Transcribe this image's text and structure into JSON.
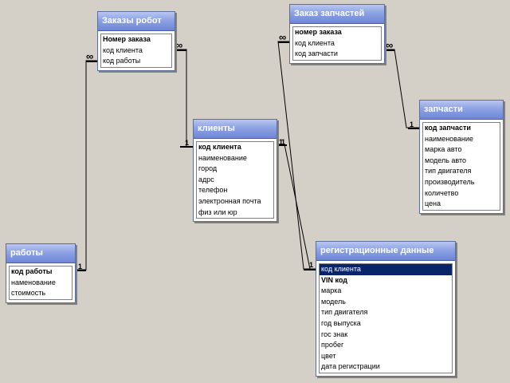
{
  "tables": {
    "zakazy_robot": {
      "title": "Заказы робот",
      "fields": [
        "Номер заказа",
        "код клиента",
        "код работы"
      ]
    },
    "zakaz_zapchastey": {
      "title": "Заказ запчастей",
      "fields": [
        "номер заказа",
        "код клиента",
        "код запчасти"
      ]
    },
    "klienty": {
      "title": "клиенты",
      "fields": [
        "код клиента",
        "наименование",
        "город",
        "адрс",
        "телефон",
        "электронная почта",
        "физ или юр"
      ]
    },
    "zapchasti": {
      "title": "запчасти",
      "fields": [
        "код запчасти",
        "наименование",
        "марка авто",
        "модель авто",
        "тип двигателя",
        "производитель",
        "количетво",
        "цена"
      ]
    },
    "raboty": {
      "title": "работы",
      "fields": [
        "код работы",
        "наменование",
        "стоимость"
      ]
    },
    "registratsionnye": {
      "title": "регистрационные данные",
      "fields": [
        "код клиента",
        "VIN код",
        "марка",
        "модель",
        "тип двигателя",
        "год выпуска",
        "гос знак",
        "пробег",
        "цвет",
        "дата регистрации"
      ],
      "selected_field": "код клиента"
    }
  },
  "relationships": {
    "one_label": "1",
    "many_label": "∞"
  },
  "colors": {
    "background": "#d4d0c8",
    "title_bar": "#7f95dd",
    "selection": "#0a246a"
  }
}
